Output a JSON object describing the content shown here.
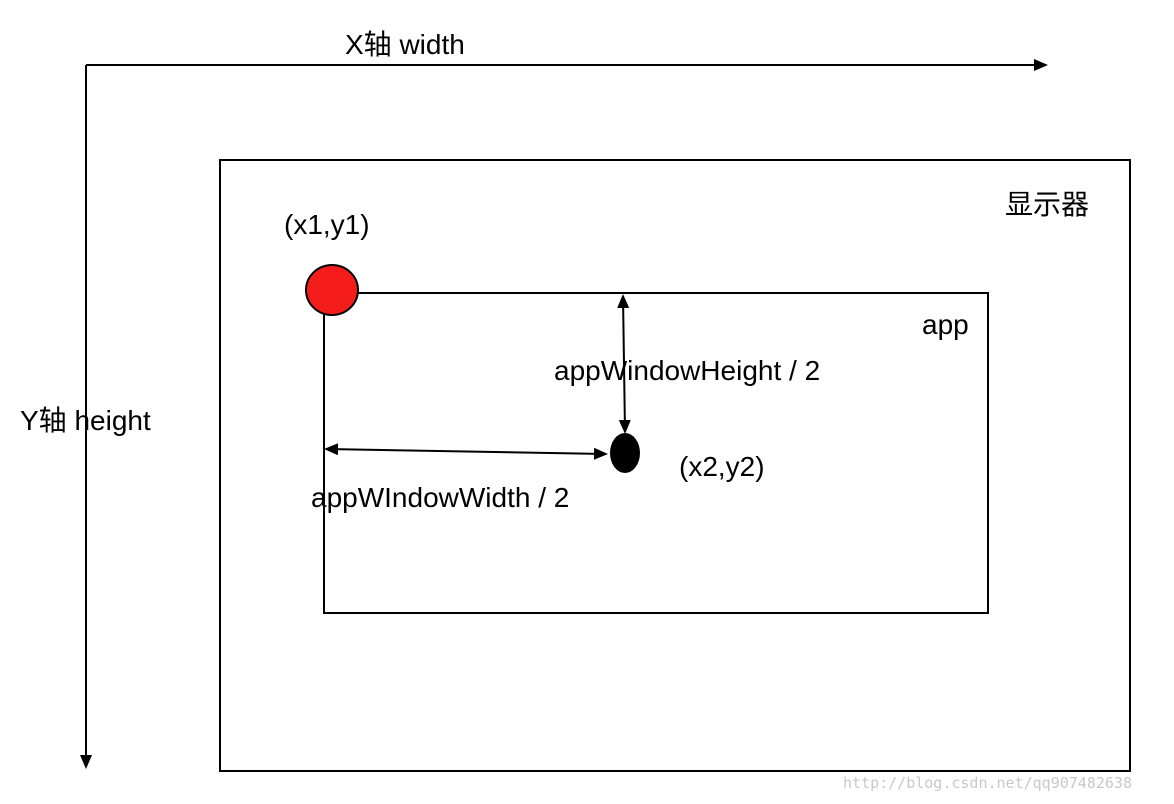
{
  "labels": {
    "x_axis": "X轴 width",
    "y_axis": "Y轴  height",
    "monitor": "显示器",
    "point1": "(x1,y1)",
    "app": "app",
    "half_height": "appWindowHeight / 2",
    "half_width": "appWIndowWidth / 2",
    "point2": "(x2,y2)"
  },
  "watermark": "http://blog.csdn.net/qq907482638",
  "colors": {
    "line": "#000000",
    "point1_fill": "#f51c1c",
    "point2_fill": "#000000",
    "watermark": "#c8c8c8"
  }
}
